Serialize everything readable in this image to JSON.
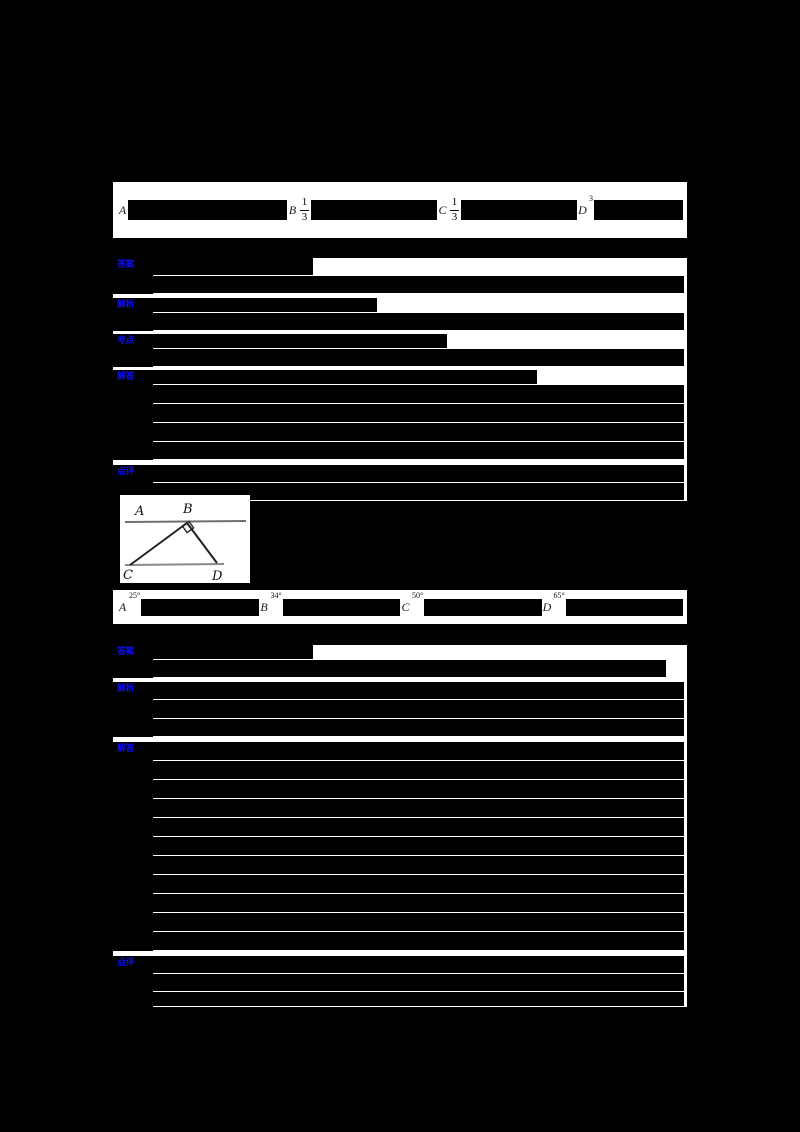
{
  "document": {
    "type": "scanned-worksheet",
    "page_background": "#000000",
    "panel_background": "#ffffff",
    "label_color": "#0d0dee",
    "redaction_color": "#000000",
    "note": "Scanned math worksheet page; body text is rendered as solid black redaction bars."
  },
  "question_1": {
    "options": [
      {
        "letter": "A",
        "value": ""
      },
      {
        "letter": "B",
        "fraction": {
          "numerator": "1",
          "denominator": "3"
        },
        "value": ""
      },
      {
        "letter": "C",
        "fraction": {
          "numerator": "1",
          "denominator": "3"
        },
        "value": ""
      },
      {
        "letter": "D",
        "superscript": "3",
        "value": ""
      }
    ]
  },
  "solution_block_1": {
    "rows": [
      {
        "label": "答案",
        "lines": 2
      },
      {
        "label": "解析",
        "lines": 2
      },
      {
        "label": "考点",
        "lines": 2
      },
      {
        "label": "解答",
        "lines": 5
      },
      {
        "label": "点评",
        "lines": 2
      }
    ]
  },
  "figure": {
    "name": "geometry-figure",
    "labels": {
      "a": "A",
      "b": "B",
      "c": "C",
      "d": "D"
    },
    "right_angle_at": "B",
    "description": "Two near-horizontal parallel lines with triangle BCD; right angle marked at vertex B."
  },
  "question_2": {
    "options": [
      {
        "letter": "A",
        "degrees": "25°"
      },
      {
        "letter": "B",
        "degrees": "34°"
      },
      {
        "letter": "C",
        "degrees": "50°"
      },
      {
        "letter": "D",
        "degrees": "65°"
      }
    ]
  },
  "solution_block_2": {
    "rows": [
      {
        "label": "答案",
        "lines": 2
      },
      {
        "label": "解析",
        "lines": 3
      },
      {
        "label": "解答",
        "lines": 11
      },
      {
        "label": "点评",
        "lines": 3
      }
    ]
  }
}
